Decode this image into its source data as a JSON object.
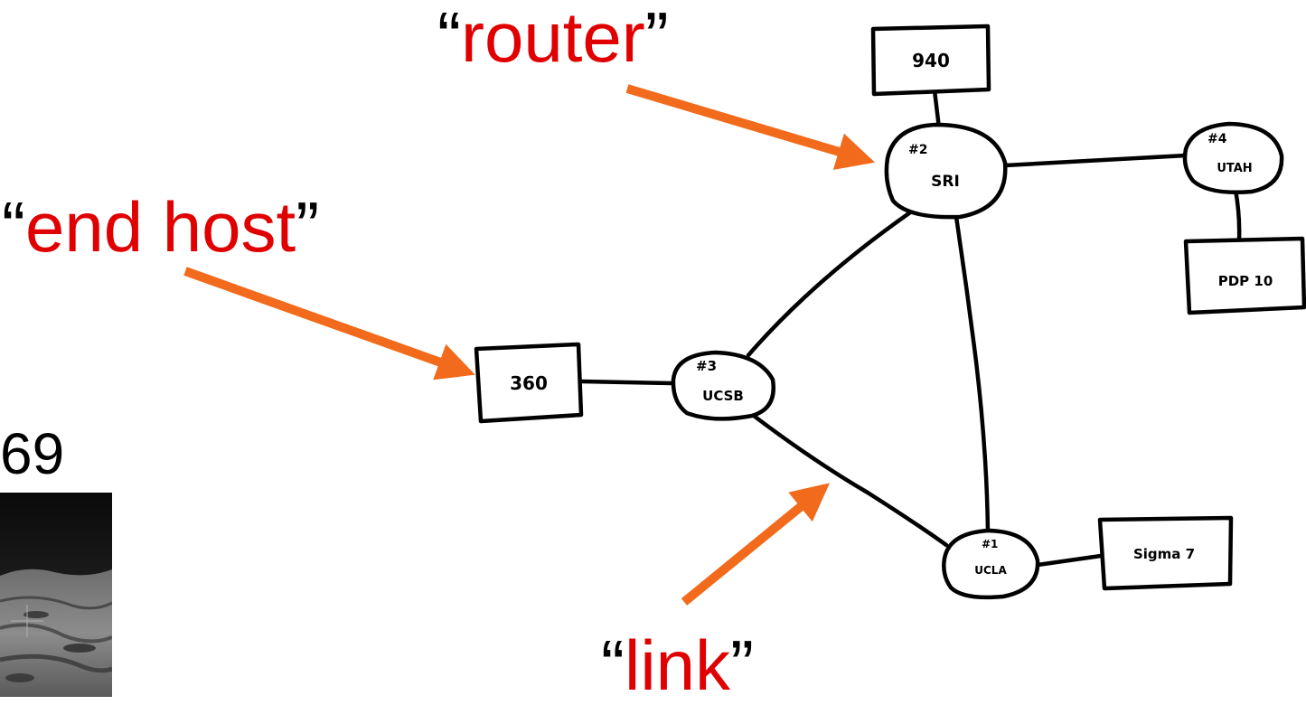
{
  "callouts": {
    "router": {
      "open_quote": "“",
      "word": "router",
      "close_quote": "”"
    },
    "end_host": {
      "open_quote": "“",
      "word": "end host",
      "close_quote": "”"
    },
    "link": {
      "open_quote": "“",
      "word": "link",
      "close_quote": "”"
    }
  },
  "year_fragment": "69",
  "nodes": {
    "host_940": "940",
    "host_360": "360",
    "host_pdp10": "PDP 10",
    "host_sigma7": "Sigma 7",
    "imp_sri": {
      "number": "#2",
      "name": "SRI"
    },
    "imp_utah": {
      "number": "#4",
      "name": "UTAH"
    },
    "imp_ucsb": {
      "number": "#3",
      "name": "UCSB"
    },
    "imp_ucla": {
      "number": "#1",
      "name": "UCLA"
    }
  },
  "colors": {
    "callout_text": "#e00000",
    "arrow": "#f26a1b",
    "ink": "#000000"
  }
}
